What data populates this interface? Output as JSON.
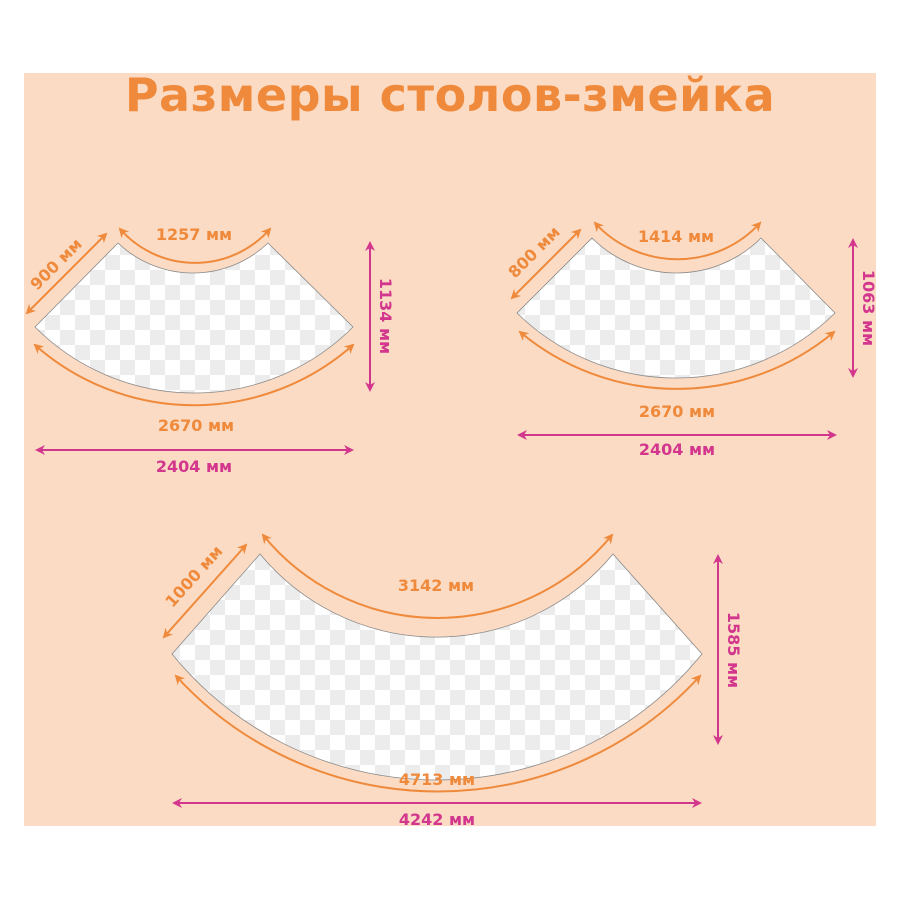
{
  "title": "Размеры столов-змейка",
  "colors": {
    "background": "#fbdbc3",
    "title": "#ef8a3c",
    "arc_dimension": "#ef8a3c",
    "linear_dimension": "#d2368d",
    "checker_light": "#ffffff",
    "checker_dark": "#ececec"
  },
  "tables": [
    {
      "side_depth": "900 мм",
      "inner_arc": "1257 мм",
      "outer_arc": "2670 мм",
      "height": "1134 мм",
      "width": "2404 мм"
    },
    {
      "side_depth": "800 мм",
      "inner_arc": "1414 мм",
      "outer_arc": "2670 мм",
      "height": "1063 мм",
      "width": "2404 мм"
    },
    {
      "side_depth": "1000 мм",
      "inner_arc": "3142 мм",
      "outer_arc": "4713 мм",
      "height": "1585 мм",
      "width": "4242 мм"
    }
  ]
}
